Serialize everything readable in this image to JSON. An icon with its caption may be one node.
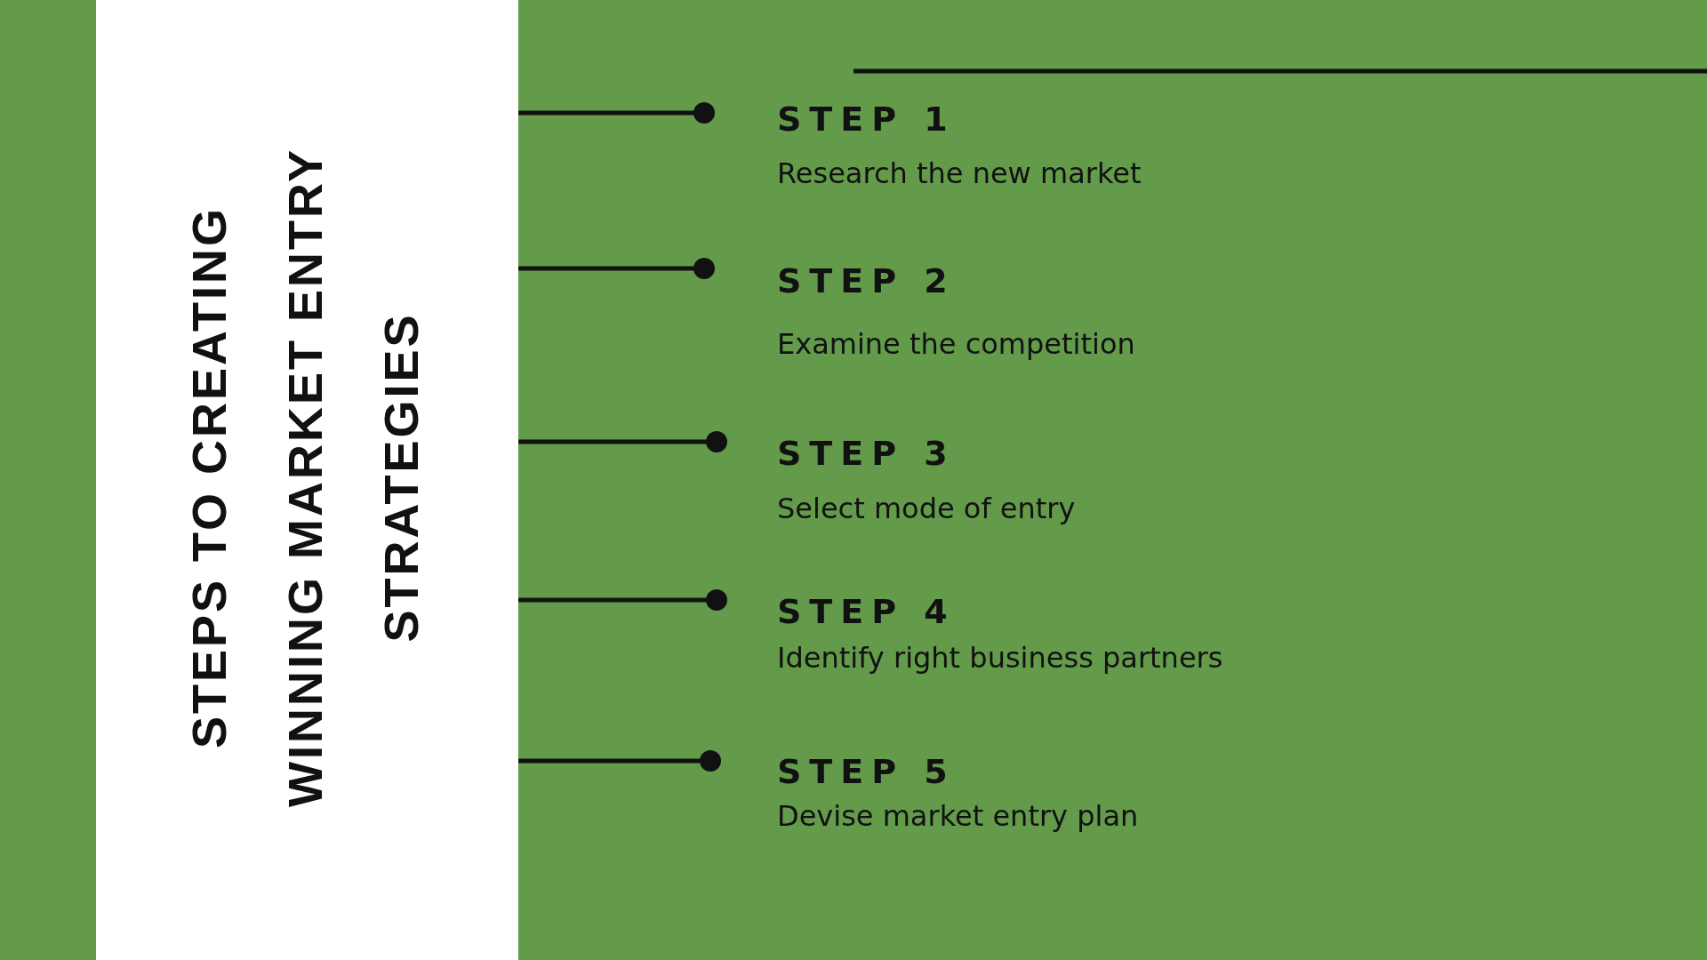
{
  "diagram": {
    "title": "STEPS TO CREATING WINNING MARKET ENTRY STRATEGIES",
    "labels": [
      "STEP 1",
      "Research the new market",
      "STEP 2",
      "Examine the competition",
      "STEP 3",
      "Select mode of entry",
      "STEP 4",
      "Identify right business partners",
      "STEP 5",
      "Devise market entry plan"
    ]
  }
}
